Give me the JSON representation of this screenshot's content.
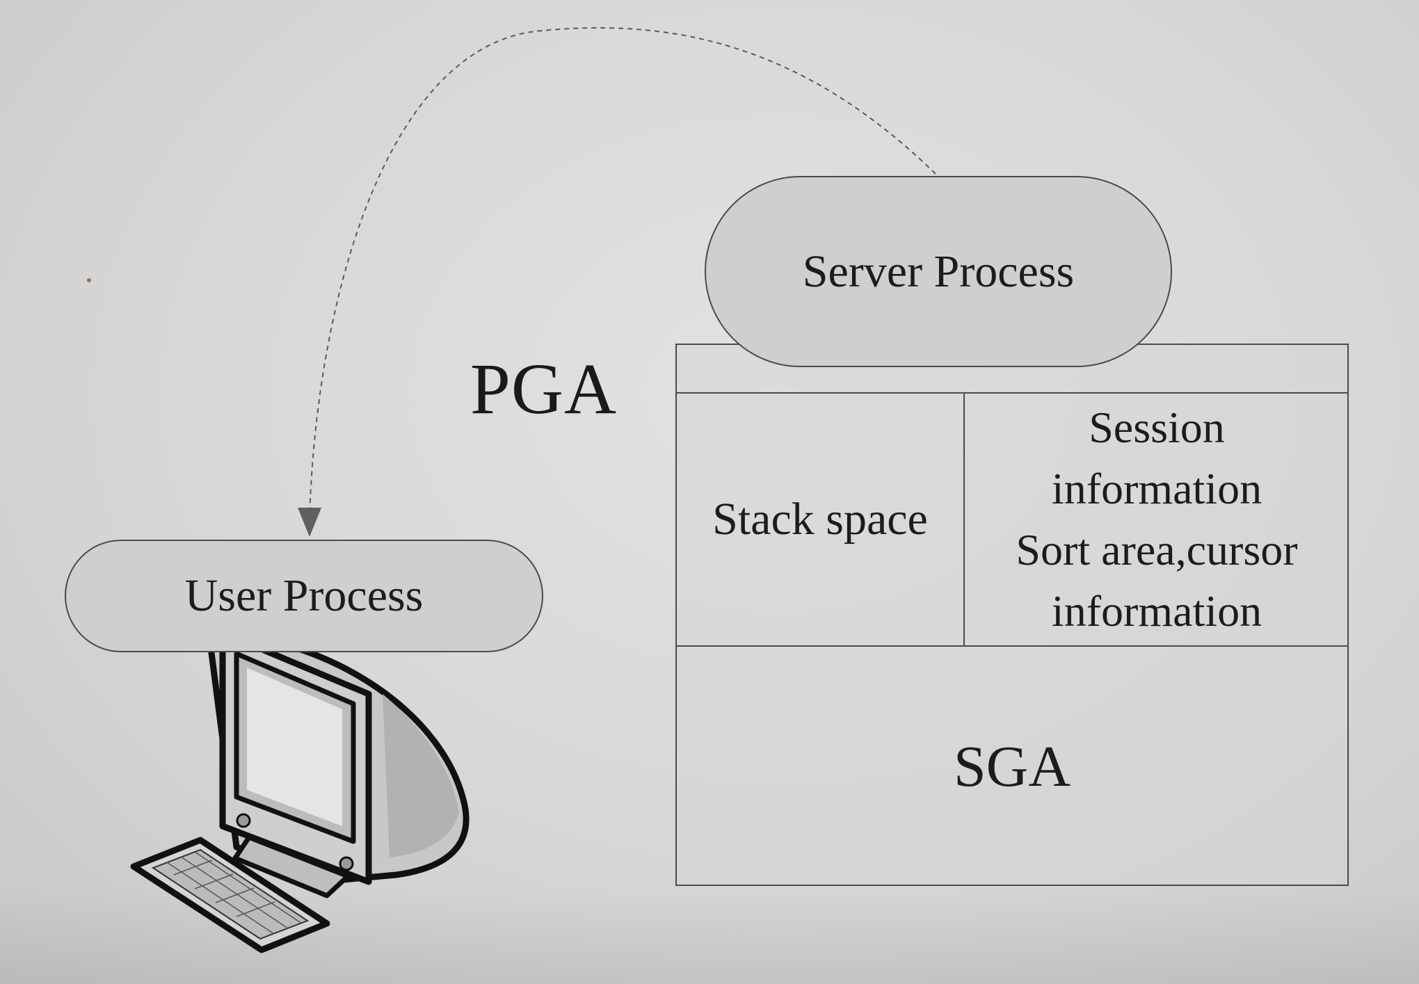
{
  "diagram": {
    "server_process": "Server Process",
    "user_process": "User Process",
    "pga_label": "PGA",
    "stack_space": "Stack space",
    "session_lines": [
      "Session",
      "information",
      "Sort area,cursor",
      "information"
    ],
    "sga": "SGA"
  },
  "icons": {
    "computer": "desktop-computer-icon",
    "connector": "dashed-arrow"
  }
}
